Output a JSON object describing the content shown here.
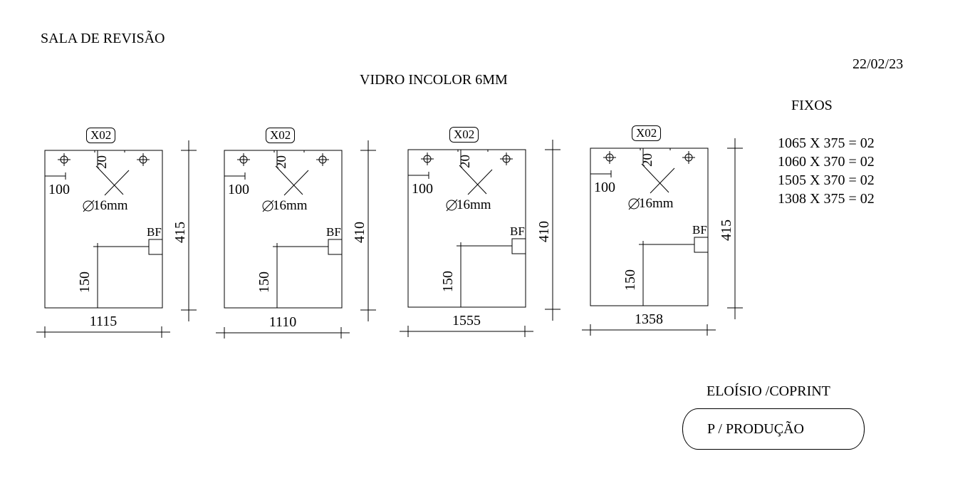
{
  "header": {
    "room": "SALA DE REVISÃO",
    "date": "22/02/23",
    "material": "VIDRO INCOLOR 6MM"
  },
  "fixos": {
    "title": "FIXOS",
    "items": [
      "1065 X 375 = 02",
      "1060 X 370 = 02",
      "1505 X 370 = 02",
      "1308 X 375 = 02"
    ]
  },
  "panels": [
    {
      "tag": "X02",
      "width": "1115",
      "height": "415",
      "hole_offset": "20",
      "edge_offset": "100",
      "hole_diameter": "16mm",
      "bf_label": "BF",
      "bf_offset": "150"
    },
    {
      "tag": "X02",
      "width": "1110",
      "height": "410",
      "hole_offset": "20",
      "edge_offset": "100",
      "hole_diameter": "16mm",
      "bf_label": "BF",
      "bf_offset": "150"
    },
    {
      "tag": "X02",
      "width": "1555",
      "height": "410",
      "hole_offset": "20",
      "edge_offset": "100",
      "hole_diameter": "16mm",
      "bf_label": "BF",
      "bf_offset": "150"
    },
    {
      "tag": "X02",
      "width": "1358",
      "height": "415",
      "hole_offset": "20",
      "edge_offset": "100",
      "hole_diameter": "16mm",
      "bf_label": "BF",
      "bf_offset": "150"
    }
  ],
  "footer": {
    "author": "ELOÍSIO /COPRINT",
    "stamp": "P / PRODUÇÃO"
  }
}
